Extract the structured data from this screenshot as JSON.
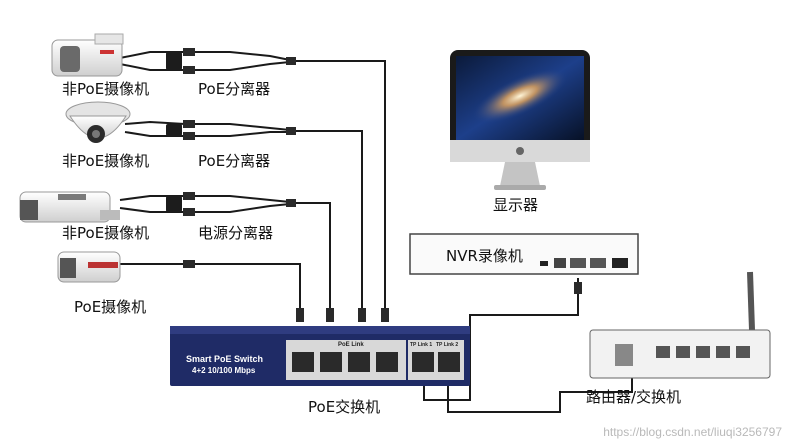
{
  "devices": {
    "camera1_label": "非PoE摄像机",
    "splitter1_label": "PoE分离器",
    "camera2_label": "非PoE摄像机",
    "splitter2_label": "PoE分离器",
    "camera3_label": "非PoE摄像机",
    "splitter3_label": "电源分离器",
    "camera4_label": "PoE摄像机",
    "monitor_label": "显示器",
    "nvr_label": "NVR录像机",
    "switch_label": "PoE交换机",
    "router_label": "路由器/交换机"
  },
  "switch_panel": {
    "name": "Smart PoE Switch",
    "model": "4+2 10/100 Mbps",
    "poe_link": "PoE Link",
    "tp_link1": "TP Link 1",
    "tp_link2": "TP Link 2"
  },
  "watermark": "https://blog.csdn.net/liuqi3256797"
}
